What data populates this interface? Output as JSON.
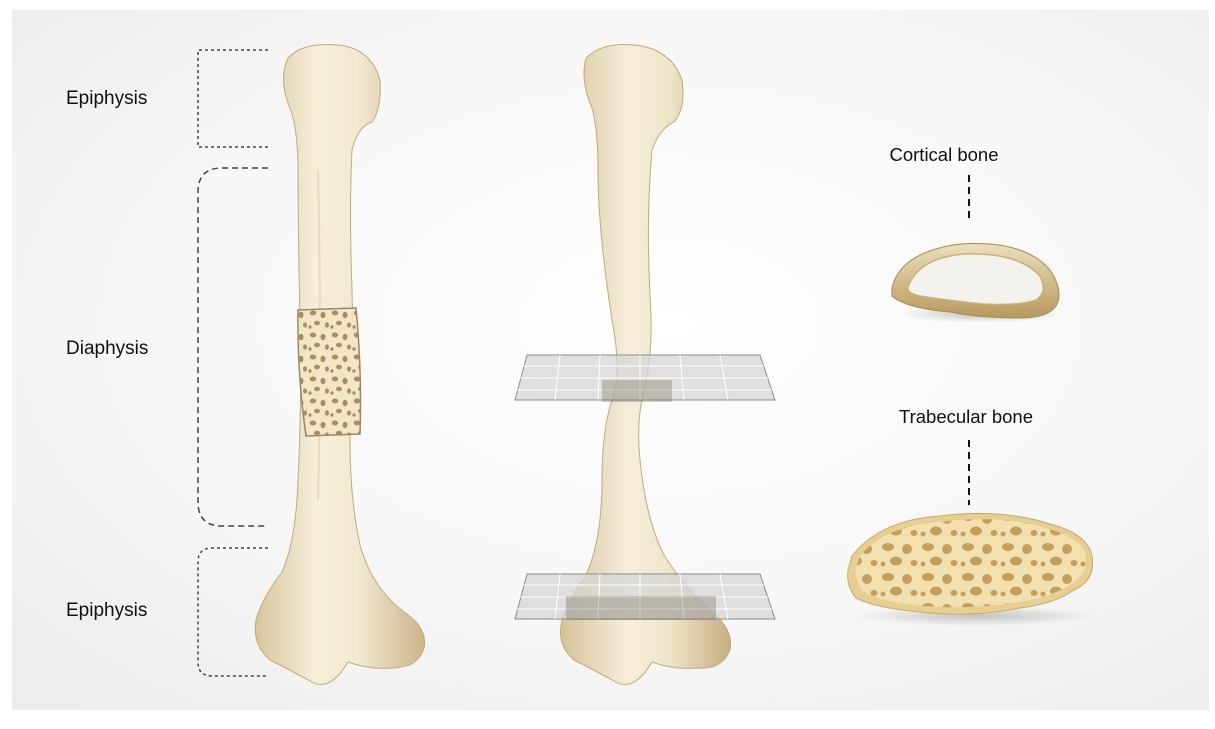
{
  "labels": {
    "epiphysis_top": "Epiphysis",
    "diaphysis": "Diaphysis",
    "epiphysis_bottom": "Epiphysis",
    "cortical_bone": "Cortical bone",
    "trabecular_bone": "Trabecular bone"
  },
  "colors": {
    "bone_light": "#f4ecd6",
    "bone_mid": "#e6d6b1",
    "bone_dark": "#c9b28a",
    "trabecular": "#f0dfae",
    "plane_grid": "#8c8c8c",
    "background": "#f4f4f4"
  }
}
